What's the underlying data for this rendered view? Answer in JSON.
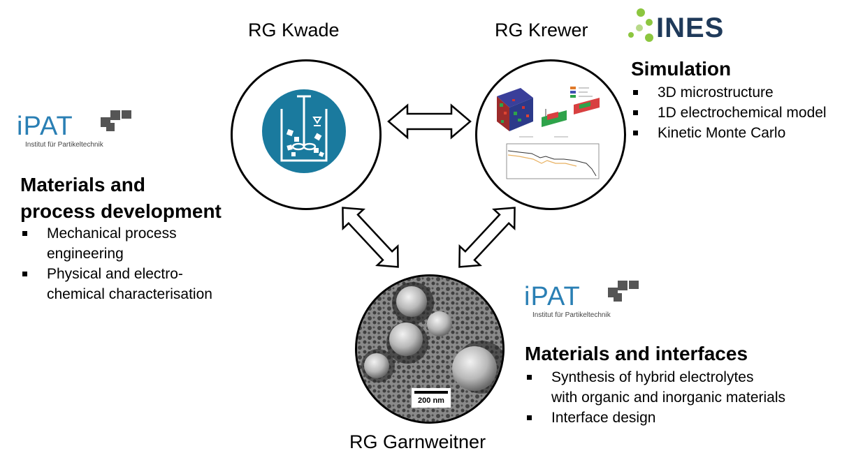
{
  "groups": {
    "kwade": {
      "label": "RG Kwade"
    },
    "krewer": {
      "label": "RG Krewer"
    },
    "garnweitner": {
      "label": "RG Garnweitner"
    }
  },
  "logos": {
    "ipat": {
      "word": "iPAT",
      "subtitle": "Institut für Partikeltechnik"
    },
    "ines": {
      "word": "INES"
    }
  },
  "left_panel": {
    "heading_line1": "Materials and",
    "heading_line2": "process development",
    "bullets": [
      {
        "line1": "Mechanical process",
        "line2": "engineering"
      },
      {
        "line1": "Physical and electro-",
        "line2": "chemical characterisation"
      }
    ]
  },
  "right_top_panel": {
    "heading": "Simulation",
    "bullets": [
      "3D microstructure",
      "1D electrochemical model",
      "Kinetic Monte Carlo"
    ]
  },
  "right_bottom_panel": {
    "heading": "Materials and interfaces",
    "bullets": [
      {
        "line1": "Synthesis of hybrid electrolytes",
        "line2": "with organic and inorganic materials"
      },
      {
        "line1": "Interface design",
        "line2": ""
      }
    ]
  },
  "sem_image": {
    "scale_bar": "200 nm"
  },
  "colors": {
    "ipat_blue": "#2a7fb4",
    "process_icon_bg": "#1a7a9e",
    "ines_green": "#8cc63f",
    "ines_navy": "#1f3a5a",
    "logo_gray": "#555555"
  }
}
